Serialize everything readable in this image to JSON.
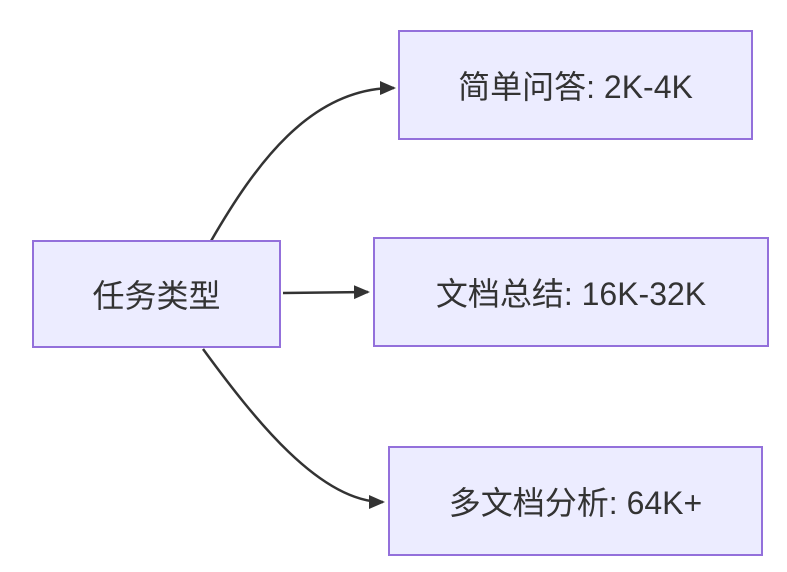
{
  "diagram": {
    "type": "flowchart",
    "direction": "left-to-right",
    "colors": {
      "background": "#ffffff",
      "node_fill": "#ECECFF",
      "node_border": "#9370DB",
      "edge": "#333333",
      "text": "#333333"
    },
    "source": {
      "id": "task-type",
      "label": "任务类型"
    },
    "targets": [
      {
        "id": "simple-qa",
        "label": "简单问答: 2K-4K"
      },
      {
        "id": "doc-summary",
        "label": "文档总结: 16K-32K"
      },
      {
        "id": "multi-doc",
        "label": "多文档分析: 64K+"
      }
    ],
    "edges": [
      {
        "from": "任务类型",
        "to": "简单问答: 2K-4K"
      },
      {
        "from": "任务类型",
        "to": "文档总结: 16K-32K"
      },
      {
        "from": "任务类型",
        "to": "多文档分析: 64K+"
      }
    ]
  }
}
